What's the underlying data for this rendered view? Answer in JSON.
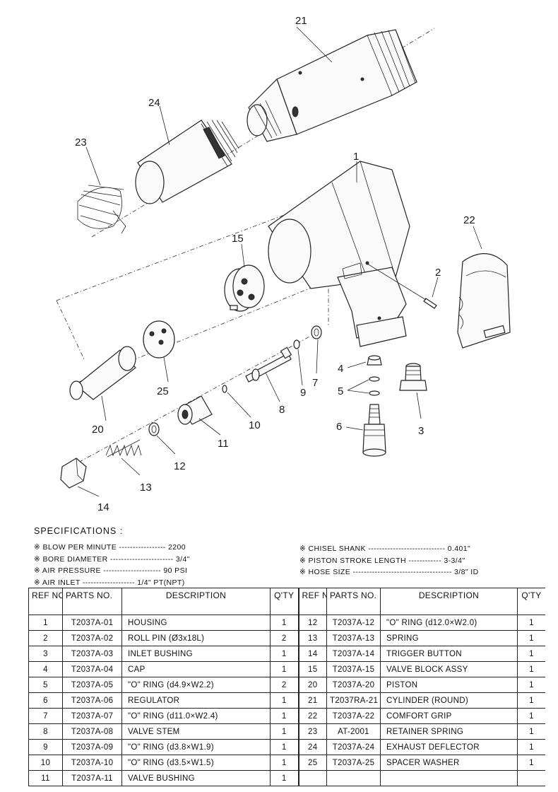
{
  "callouts": {
    "n1": "1",
    "n2": "2",
    "n3": "3",
    "n4": "4",
    "n5": "5",
    "n6": "6",
    "n7": "7",
    "n8": "8",
    "n9": "9",
    "n10": "10",
    "n11": "11",
    "n12": "12",
    "n13": "13",
    "n14": "14",
    "n15": "15",
    "n20": "20",
    "n21": "21",
    "n22": "22",
    "n23": "23",
    "n24": "24",
    "n25": "25"
  },
  "specifications": {
    "heading": "SPECIFICATIONS :",
    "left": [
      "※ BLOW PER MINUTE ----------------- 2200",
      "※ BORE DIAMETER ----------------------- 3/4\"",
      "※ AIR PRESSURE --------------------- 90 PSI",
      "※ AIR INLET ------------------- 1/4\" PT(NPT)"
    ],
    "right": [
      "※ CHISEL SHANK ---------------------------- 0.401\"",
      "※ PISTON STROKE LENGTH ------------ 3-3/4\"",
      "※ HOSE SIZE ------------------------------------ 3/8\" ID"
    ]
  },
  "table": {
    "headers": {
      "ref": "REF NO.",
      "parts_no": "PARTS NO.",
      "description": "DESCRIPTION",
      "qty": "Q'TY"
    },
    "left_rows": [
      {
        "ref": "1",
        "part": "T2037A-01",
        "desc": "HOUSING",
        "qty": "1"
      },
      {
        "ref": "2",
        "part": "T2037A-02",
        "desc": "ROLL PIN (Ø3x18L)",
        "qty": "2"
      },
      {
        "ref": "3",
        "part": "T2037A-03",
        "desc": "INLET BUSHING",
        "qty": "1"
      },
      {
        "ref": "4",
        "part": "T2037A-04",
        "desc": "CAP",
        "qty": "1"
      },
      {
        "ref": "5",
        "part": "T2037A-05",
        "desc": "\"O\" RING (d4.9×W2.2)",
        "qty": "2"
      },
      {
        "ref": "6",
        "part": "T2037A-06",
        "desc": "REGULATOR",
        "qty": "1"
      },
      {
        "ref": "7",
        "part": "T2037A-07",
        "desc": "\"O\" RING (d11.0×W2.4)",
        "qty": "1"
      },
      {
        "ref": "8",
        "part": "T2037A-08",
        "desc": "VALVE STEM",
        "qty": "1"
      },
      {
        "ref": "9",
        "part": "T2037A-09",
        "desc": "\"O\" RING (d3.8×W1.9)",
        "qty": "1"
      },
      {
        "ref": "10",
        "part": "T2037A-10",
        "desc": "\"O\" RING (d3.5×W1.5)",
        "qty": "1"
      },
      {
        "ref": "11",
        "part": "T2037A-11",
        "desc": "VALVE BUSHING",
        "qty": "1"
      }
    ],
    "right_rows": [
      {
        "ref": "12",
        "part": "T2037A-12",
        "desc": "\"O\" RING (d12.0×W2.0)",
        "qty": "1"
      },
      {
        "ref": "13",
        "part": "T2037A-13",
        "desc": "SPRING",
        "qty": "1"
      },
      {
        "ref": "14",
        "part": "T2037A-14",
        "desc": "TRIGGER BUTTON",
        "qty": "1"
      },
      {
        "ref": "15",
        "part": "T2037A-15",
        "desc": "VALVE BLOCK ASSY",
        "qty": "1"
      },
      {
        "ref": "20",
        "part": "T2037A-20",
        "desc": "PISTON",
        "qty": "1"
      },
      {
        "ref": "21",
        "part": "T2037RA-21",
        "desc": "CYLINDER (ROUND)",
        "qty": "1"
      },
      {
        "ref": "22",
        "part": "T2037A-22",
        "desc": "COMFORT GRIP",
        "qty": "1"
      },
      {
        "ref": "23",
        "part": "AT-2001",
        "desc": "RETAINER SPRING",
        "qty": "1"
      },
      {
        "ref": "24",
        "part": "T2037A-24",
        "desc": "EXHAUST DEFLECTOR",
        "qty": "1"
      },
      {
        "ref": "25",
        "part": "T2037A-25",
        "desc": "SPACER WASHER",
        "qty": "1"
      },
      {
        "ref": "",
        "part": "",
        "desc": "",
        "qty": ""
      }
    ]
  }
}
